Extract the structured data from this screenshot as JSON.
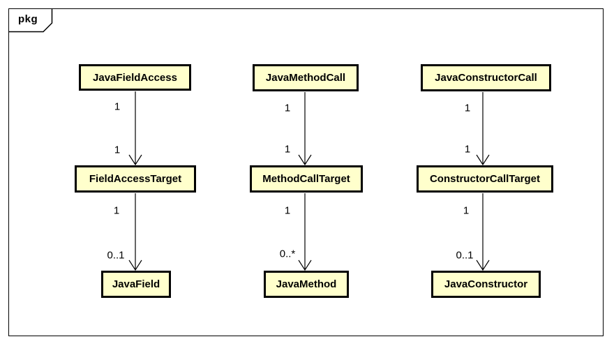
{
  "frame": {
    "tag": "pkg",
    "type": "uml-package-frame"
  },
  "colors": {
    "background": "#ffffff",
    "node_fill": "#ffffcc",
    "node_border": "#000000",
    "line": "#000000"
  },
  "nodes": [
    {
      "id": "JavaFieldAccess",
      "label": "JavaFieldAccess"
    },
    {
      "id": "JavaMethodCall",
      "label": "JavaMethodCall"
    },
    {
      "id": "JavaConstructorCall",
      "label": "JavaConstructorCall"
    },
    {
      "id": "FieldAccessTarget",
      "label": "FieldAccessTarget"
    },
    {
      "id": "MethodCallTarget",
      "label": "MethodCallTarget"
    },
    {
      "id": "ConstructorCallTarget",
      "label": "ConstructorCallTarget"
    },
    {
      "id": "JavaField",
      "label": "JavaField"
    },
    {
      "id": "JavaMethod",
      "label": "JavaMethod"
    },
    {
      "id": "JavaConstructor",
      "label": "JavaConstructor"
    }
  ],
  "edges": [
    {
      "from": "JavaFieldAccess",
      "to": "FieldAccessTarget",
      "source_mult": "1",
      "target_mult": "1",
      "arrow": "open"
    },
    {
      "from": "FieldAccessTarget",
      "to": "JavaField",
      "source_mult": "1",
      "target_mult": "0..1",
      "arrow": "open"
    },
    {
      "from": "JavaMethodCall",
      "to": "MethodCallTarget",
      "source_mult": "1",
      "target_mult": "1",
      "arrow": "open"
    },
    {
      "from": "MethodCallTarget",
      "to": "JavaMethod",
      "source_mult": "1",
      "target_mult": "0..*",
      "arrow": "open"
    },
    {
      "from": "JavaConstructorCall",
      "to": "ConstructorCallTarget",
      "source_mult": "1",
      "target_mult": "1",
      "arrow": "open"
    },
    {
      "from": "ConstructorCallTarget",
      "to": "JavaConstructor",
      "source_mult": "1",
      "target_mult": "0..1",
      "arrow": "open"
    }
  ]
}
